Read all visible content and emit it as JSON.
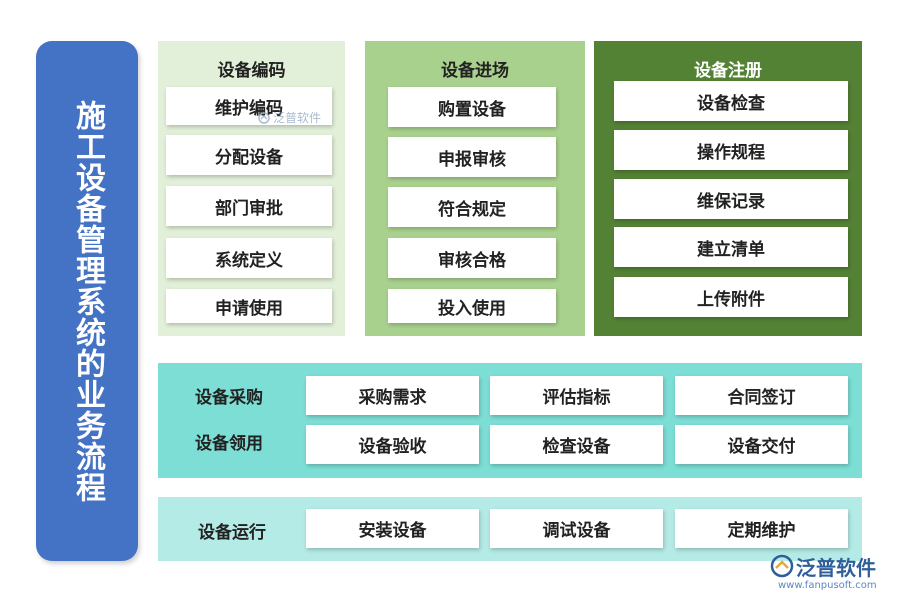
{
  "main_title": "施工设备管理系统的业务流程",
  "panels": {
    "coding": {
      "title": "设备编码",
      "items": [
        "维护编码",
        "分配设备",
        "部门审批",
        "系统定义",
        "申请使用"
      ]
    },
    "entry": {
      "title": "设备进场",
      "items": [
        "购置设备",
        "申报审核",
        "符合规定",
        "审核合格",
        "投入使用"
      ]
    },
    "register": {
      "title": "设备注册",
      "items": [
        "设备检查",
        "操作规程",
        "维保记录",
        "建立清单",
        "上传附件"
      ]
    }
  },
  "procurement": {
    "labels": [
      "设备采购",
      "设备领用"
    ],
    "row1": [
      "采购需求",
      "评估指标",
      "合同签订"
    ],
    "row2": [
      "设备验收",
      "检查设备",
      "设备交付"
    ]
  },
  "operation": {
    "label": "设备运行",
    "items": [
      "安装设备",
      "调试设备",
      "定期维护"
    ]
  },
  "watermark": "泛普软件",
  "brand": {
    "name": "泛普软件",
    "url": "www.fanpusoft.com"
  },
  "colors": {
    "left_title_bg": "#4472c4",
    "coding_bg": "#e2f0d9",
    "entry_bg": "#a9d18e",
    "register_bg": "#548235",
    "procurement_bg": "#7dded6",
    "operation_bg": "#b5ebe6"
  }
}
